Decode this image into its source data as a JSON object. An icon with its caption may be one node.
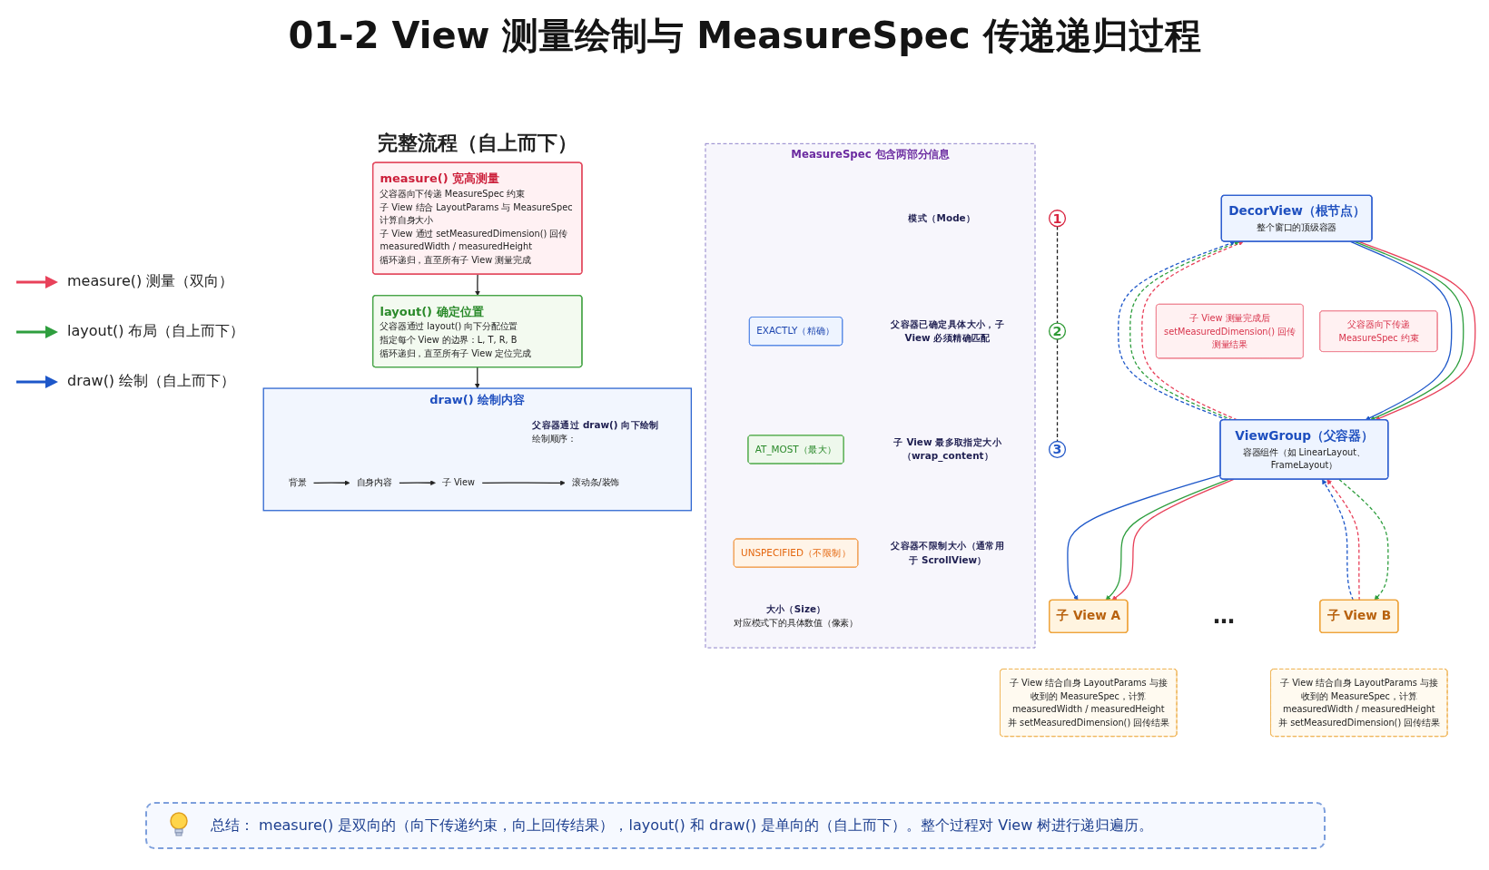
{
  "diagram": {
    "title": "01-2 View 测量绘制与 MeasureSpec 传递递归过程",
    "nodes": [
      {
        "text": [
          "DecorView（根节点）",
          "整个窗口的顶级容器"
        ]
      },
      {
        "text": [
          "父容器向下传递 MeasureSpec 约束"
        ]
      },
      {
        "text": [
          "子 View 测量完成后 setMeasuredDimension() 回传测量结果"
        ]
      },
      {
        "text": [
          "ViewGroup（父容器）",
          "容器组件（如 LinearLayout、FrameLayout）"
        ]
      },
      {
        "text": [
          "子 View A"
        ]
      },
      {
        "text": [
          "子 View B"
        ]
      },
      {
        "text": [
          "子 View 结合自身 LayoutParams 与接收到的 MeasureSpec，计算 measuredWidth / measuredHeight 并 setMeasuredDimension() 回传结果"
        ]
      },
      {
        "text": [
          "子 View 结合自身 LayoutParams 与接收到的 MeasureSpec，计算 measuredWidth / measuredHeight 并 setMeasuredDimension() 回传结果"
        ]
      },
      {
        "text": [
          "MeasureSpec 包含两部分信息",
          "模式（Mode）",
          "父容器已确定具体大小，子 View 必须精确匹配",
          "子 View 最多取指定大小（wrap_content）",
          "父容器不限制大小（通常用于 ScrollView）",
          "大小（Size）",
          "对应模式下的具体数值（像素）"
        ]
      },
      {
        "text": [
          "EXACTLY（精确）"
        ],
        "in": 8
      },
      {
        "text": [
          "AT_MOST（最大）"
        ],
        "in": 8
      },
      {
        "text": [
          "UNSPECIFIED（不限制）"
        ],
        "in": 8
      },
      {
        "text": [
          "1"
        ]
      },
      {
        "text": [
          "measure() 宽高测量",
          "父容器向下传递 MeasureSpec 约束",
          "子 View 结合 LayoutParams 与 MeasureSpec 计算自身大小",
          "子 View 通过 setMeasuredDimension() 回传 measuredWidth / measuredHeight",
          "循环递归，直至所有子 View 测量完成"
        ]
      },
      {
        "text": [
          "2"
        ]
      },
      {
        "text": [
          "layout() 确定位置",
          "父容器通过 layout() 向下分配位置",
          "指定每个 View 的边界：L, T, R, B",
          "循环递归，直至所有子 View 定位完成"
        ]
      },
      {
        "text": [
          "3"
        ]
      },
      {
        "text": [
          "draw() 绘制内容",
          "父容器通过 draw() 向下绘制",
          "绘制顺序："
        ]
      },
      {
        "text": [
          "背景"
        ],
        "in": 17
      },
      {
        "text": [
          "自身内容"
        ],
        "in": 17
      },
      {
        "text": [
          "子 View"
        ],
        "in": 17
      },
      {
        "text": [
          "滚动条/装饰"
        ],
        "in": 17
      }
    ],
    "edges": [
      {
        "from": 0,
        "to": 3,
        "arrow": "to",
        "color": "#e8415a"
      },
      {
        "from": 0,
        "to": 3,
        "arrow": "to",
        "color": "#2e9e3e"
      },
      {
        "from": 0,
        "to": 3,
        "arrow": "to",
        "color": "#1d57c9"
      },
      {
        "from": 3,
        "to": 0,
        "arrow": "to",
        "style": "dashed",
        "color": "#e8415a"
      },
      {
        "from": 3,
        "to": 0,
        "arrow": "to",
        "style": "dashed",
        "color": "#2e9e3e"
      },
      {
        "from": 3,
        "to": 0,
        "arrow": "to",
        "style": "dashed",
        "color": "#1d57c9"
      },
      {
        "from": 3,
        "to": 4,
        "arrow": "to",
        "color": "#e8415a"
      },
      {
        "from": 3,
        "to": 4,
        "arrow": "to",
        "color": "#2e9e3e"
      },
      {
        "from": 3,
        "to": 4,
        "arrow": "to",
        "color": "#1d57c9"
      },
      {
        "from": 5,
        "to": 3,
        "arrow": "to",
        "style": "dashed",
        "color": "#e8415a"
      },
      {
        "from": 3,
        "to": 5,
        "arrow": "to",
        "style": "dashed",
        "color": "#2e9e3e"
      },
      {
        "from": 5,
        "to": 3,
        "arrow": "to",
        "style": "dashed",
        "color": "#1d57c9"
      },
      {
        "from": 12,
        "to": 14,
        "arrow": "none",
        "style": "dashed"
      },
      {
        "from": 14,
        "to": 16,
        "arrow": "none",
        "style": "dashed"
      },
      {
        "from": 13,
        "to": 15,
        "arrow": "to"
      },
      {
        "from": 15,
        "to": 17,
        "arrow": "to"
      },
      {
        "from": 18,
        "to": 19,
        "arrow": "to"
      },
      {
        "from": 19,
        "to": 20,
        "arrow": "to"
      },
      {
        "from": 20,
        "to": 21,
        "arrow": "to"
      }
    ],
    "labels": [
      "完整流程（自上而下）",
      "…"
    ],
    "legend": [
      {
        "text": "measure() 测量（双向）"
      },
      {
        "text": "layout() 布局（自上而下）"
      },
      {
        "text": "draw() 绘制（自上而下）"
      }
    ],
    "caption": "总结： measure() 是双向的（向下传递约束，向上回传结果），layout() 和 draw() 是单向的（自上而下）。整个过程对 View 树进行递归遍历。"
  }
}
